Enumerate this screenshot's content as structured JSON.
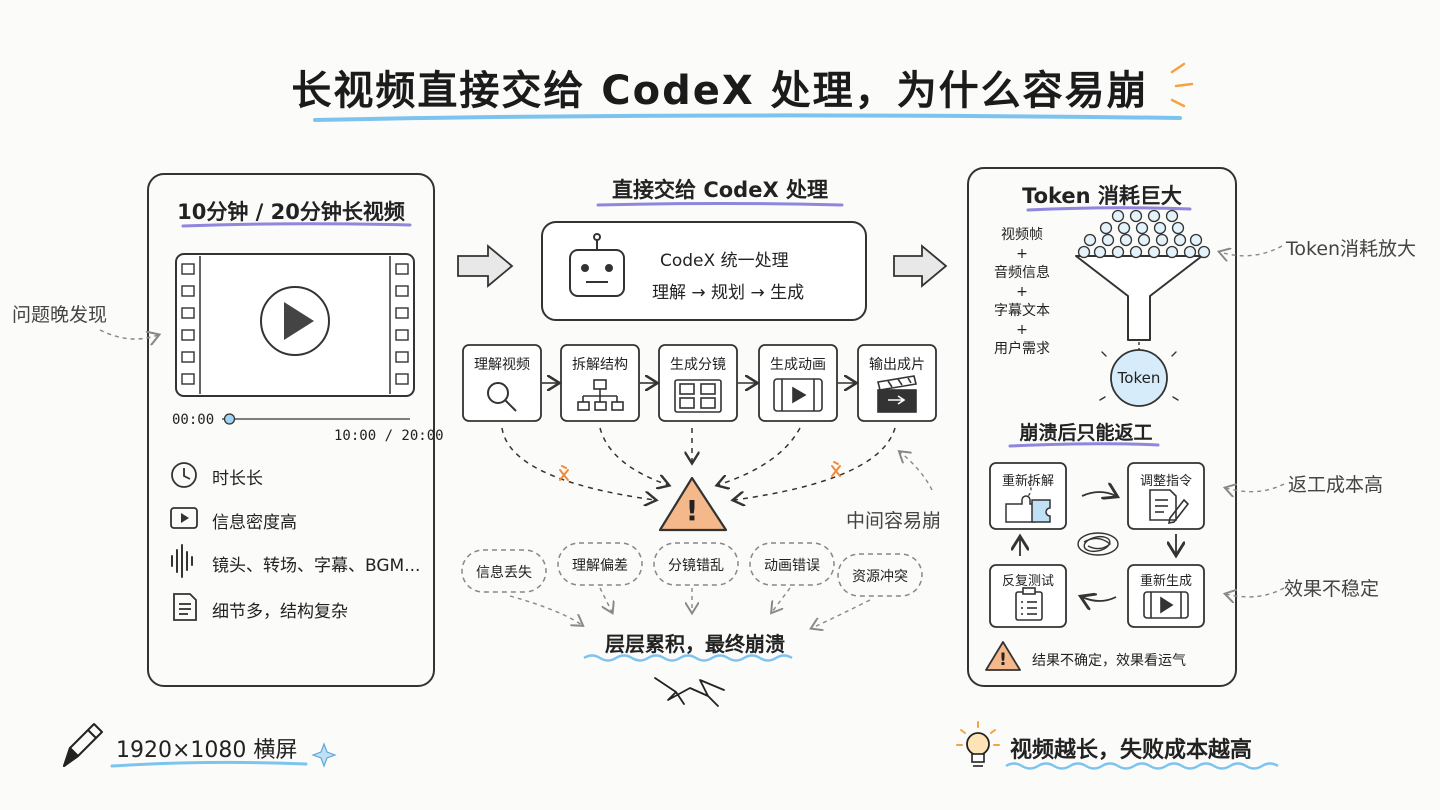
{
  "title": "长视频直接交给 CodeX 处理，为什么容易崩",
  "left_panel": {
    "heading": "10分钟 / 20分钟长视频",
    "time_start": "00:00",
    "time_end": "10:00 / 20:00",
    "progress": 0.04,
    "features": [
      {
        "icon": "clock-icon",
        "label": "时长长"
      },
      {
        "icon": "video-icon",
        "label": "信息密度高"
      },
      {
        "icon": "audio-wave-icon",
        "label": "镜头、转场、字幕、BGM..."
      },
      {
        "icon": "document-icon",
        "label": "细节多，结构复杂"
      }
    ]
  },
  "side_notes": {
    "late_discovery": "问题晚发现",
    "token_amplify": "Token消耗放大",
    "rework_cost": "返工成本高",
    "unstable": "效果不稳定",
    "middle_crash": "中间容易崩"
  },
  "center": {
    "heading": "直接交给 CodeX 处理",
    "codex_title": "CodeX 统一处理",
    "codex_flow": "理解 → 规划 → 生成",
    "steps": [
      {
        "label": "理解视频",
        "icon": "magnifier-icon"
      },
      {
        "label": "拆解结构",
        "icon": "hierarchy-icon"
      },
      {
        "label": "生成分镜",
        "icon": "storyboard-icon"
      },
      {
        "label": "生成动画",
        "icon": "animation-icon"
      },
      {
        "label": "输出成片",
        "icon": "clapperboard-icon"
      }
    ],
    "errors": [
      "信息丢失",
      "理解偏差",
      "分镜错乱",
      "动画错误",
      "资源冲突"
    ],
    "result": "层层累积，最终崩溃",
    "warning_mark": "!"
  },
  "right_panel": {
    "heading": "Token 消耗巨大",
    "inputs": [
      "视频帧",
      "+",
      "音频信息",
      "+",
      "字幕文本",
      "+",
      "用户需求"
    ],
    "token_label": "Token",
    "rework_heading": "崩溃后只能返工",
    "cycle": [
      "重新拆解",
      "调整指令",
      "重新生成",
      "反复测试"
    ],
    "footer": "结果不确定，效果看运气",
    "warning_mark": "!"
  },
  "bottom": {
    "resolution": "1920×1080 横屏",
    "conclusion": "视频越长，失败成本越高"
  },
  "colors": {
    "ink": "#222222",
    "blue_underline": "#7cc4ee",
    "purple_underline": "#8f86dd",
    "warning_fill": "#f5b88a",
    "token_fill": "#d6ecfa",
    "orange_mark": "#f08a3a",
    "lamp": "#f4a340"
  }
}
